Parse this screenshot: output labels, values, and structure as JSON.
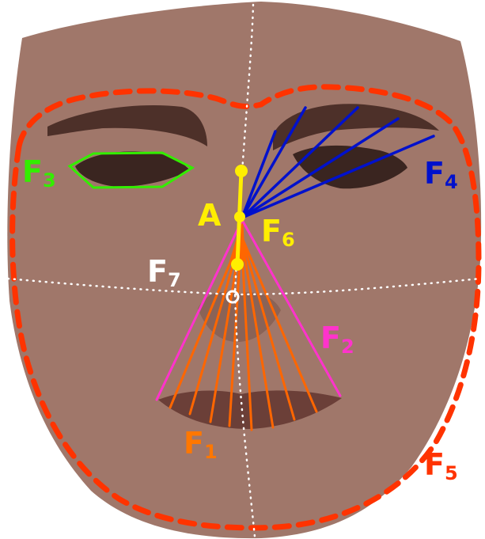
{
  "labels": {
    "f1": {
      "main": "F",
      "sub": "1",
      "color": "#ff7700"
    },
    "f2": {
      "main": "F",
      "sub": "2",
      "color": "#ff33cc"
    },
    "f3": {
      "main": "F",
      "sub": "3",
      "color": "#33ee00"
    },
    "f4": {
      "main": "F",
      "sub": "4",
      "color": "#0011cc"
    },
    "f5": {
      "main": "F",
      "sub": "5",
      "color": "#ff3300"
    },
    "f6": {
      "main": "F",
      "sub": "6",
      "color": "#ffee00"
    },
    "f7": {
      "main": "F",
      "sub": "7",
      "color": "#ffffff"
    },
    "a": {
      "text": "A",
      "color": "#ffee00"
    }
  },
  "colors": {
    "skin": "#a0776a",
    "skin_shadow": "#8a6357",
    "brow": "#4d3029",
    "eye": "#3a2520",
    "lips": "#6b3f38",
    "contour": "#ff3300",
    "hexagon": "#33ee00",
    "fan_blue": "#0011cc",
    "fan_orange": "#ff6600",
    "triangle": "#ff33cc",
    "nose_axis": "#ffee00",
    "dotted": "#ffffff"
  }
}
